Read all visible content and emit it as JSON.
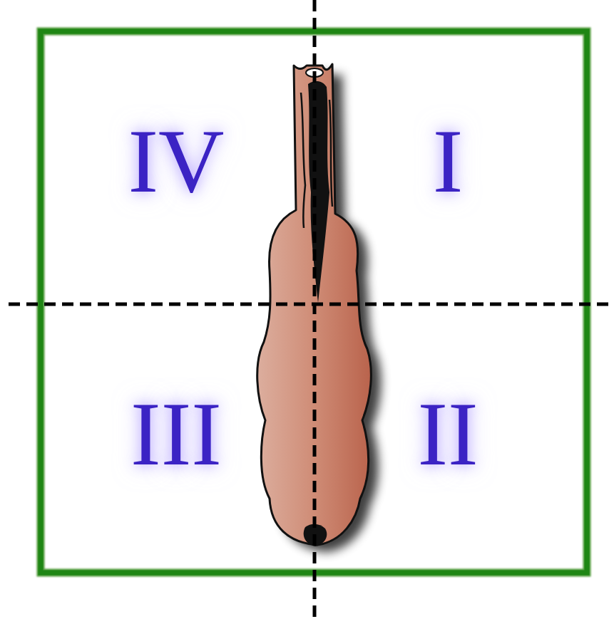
{
  "diagram": {
    "labels": [
      "IV",
      "I",
      "III",
      "II"
    ]
  }
}
